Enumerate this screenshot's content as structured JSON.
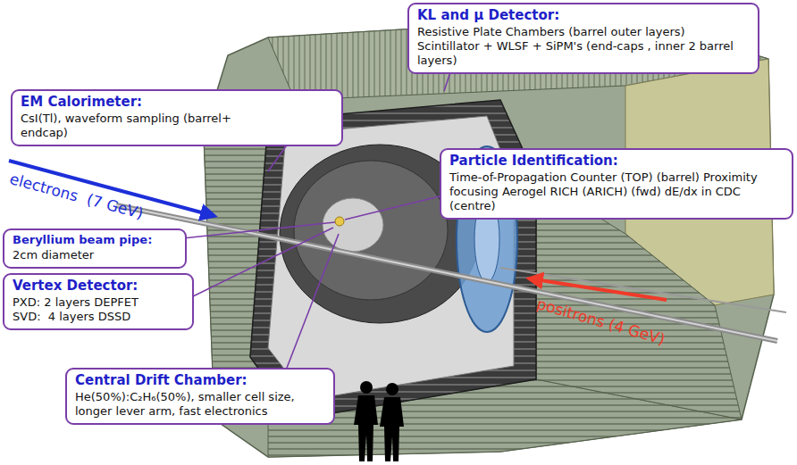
{
  "diagram": {
    "nodes": [
      {
        "text": [
          "KL and μ Detector:",
          "Resistive Plate Chambers (barrel outer layers) Scintillator + WLSF + SiPM's (end-caps , inner 2 barrel layers)"
        ]
      },
      {
        "text": [
          "EM Calorimeter:",
          "CsI(Tl), waveform sampling (barrel+ endcap)"
        ]
      },
      {
        "text": [
          "Particle Identification:",
          "Time-of-Propagation Counter (TOP) (barrel) Proximity focusing Aerogel RICH (ARICH) (fwd) dE/dx in CDC (centre)"
        ]
      },
      {
        "text": [
          "Beryllium beam pipe:",
          "2cm diameter"
        ]
      },
      {
        "text": [
          "Vertex Detector:",
          "PXD: 2 layers DEPFET",
          "SVD:  4 layers DSSD"
        ]
      },
      {
        "text": [
          "Central Drift Chamber:",
          "He(50%):C₂H₆(50%), smaller cell size, longer lever arm, fast electronics"
        ]
      }
    ],
    "labels": [
      "electrons  (7 GeV)",
      "positrons (4 GeV)"
    ]
  }
}
